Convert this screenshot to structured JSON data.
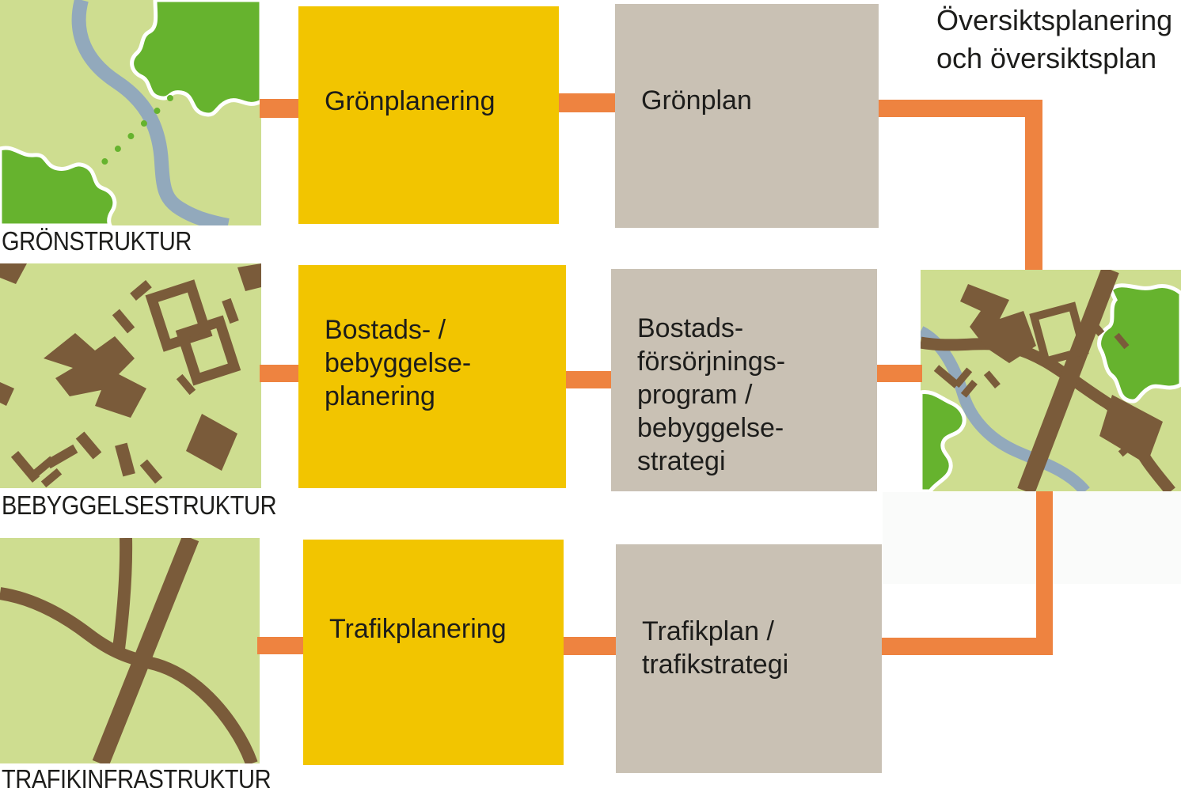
{
  "title": "Översiktsplanering\noch översiktsplan",
  "rows": [
    {
      "structure_label": "GRÖNSTRUKTUR",
      "process": "Grönplanering",
      "plan": "Grönplan"
    },
    {
      "structure_label": "BEBYGGELSESTRUKTUR",
      "process": "Bostads- /\nbebyggelse-\nplanering",
      "plan": "Bostads-\nförsörjnings-\nprogram /\nbebyggelse-\nstrategi"
    },
    {
      "structure_label": "TRAFIKINFRASTRUKTUR",
      "process": "Trafikplanering",
      "plan": "Trafikplan /\ntrafikstrategi"
    }
  ],
  "maps": {
    "gronstruktur": "map of green structure: river, forest patches, dotted green link",
    "bebyggelsestruktur": "map of building structure: brown building footprints",
    "trafikinfrastruktur": "map of traffic infrastructure: brown roads",
    "oversiktsplan": "comprehensive plan map: roads, river, buildings, green areas"
  },
  "colors": {
    "background": "#ffffff",
    "yellow": "#f2c500",
    "orange": "#ee8340",
    "box_gray": "#c9c1b4",
    "map_green": "#cedd90",
    "map_dark_green": "#66b32e",
    "river": "#92a9bc",
    "brown": "#7a5b3a",
    "ink": "#1d1d1b"
  }
}
